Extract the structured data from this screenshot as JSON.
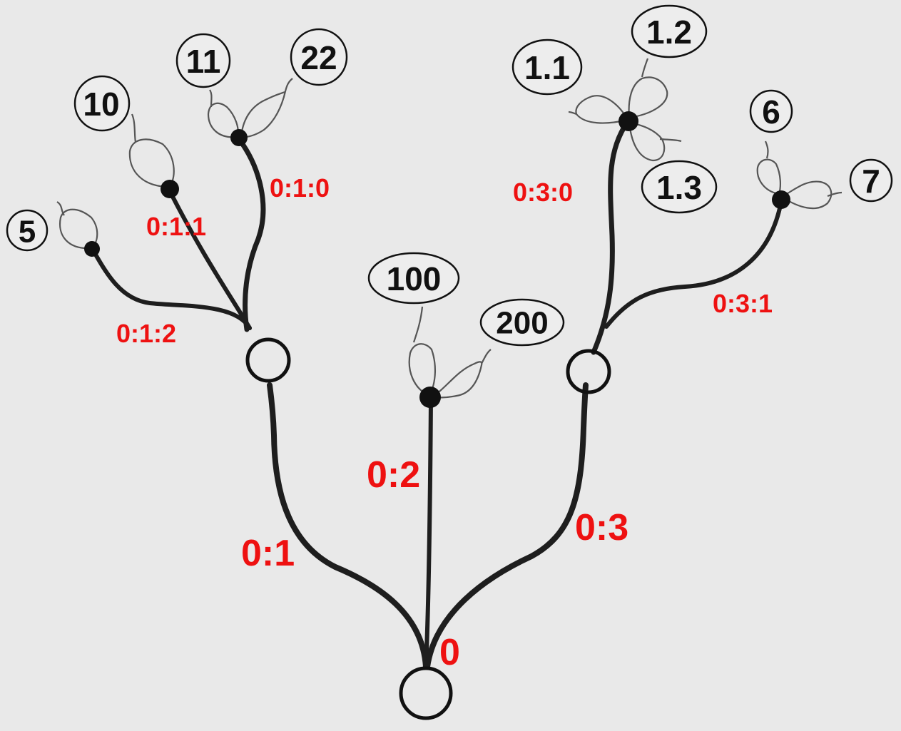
{
  "root_label": "0",
  "edge_labels": {
    "e01": "0:1",
    "e02": "0:2",
    "e03": "0:3",
    "e010": "0:1:0",
    "e011": "0:1:1",
    "e012": "0:1:2",
    "e030": "0:3:0",
    "e031": "0:3:1"
  },
  "leaf_values": {
    "v5": "5",
    "v10": "10",
    "v11": "11",
    "v22": "22",
    "v100": "100",
    "v200": "200",
    "v1_1": "1.1",
    "v1_2": "1.2",
    "v1_3": "1.3",
    "v6": "6",
    "v7": "7"
  },
  "colors": {
    "label": "#ee1111",
    "line": "#1e1e1e",
    "background": "#e9e9e9"
  }
}
